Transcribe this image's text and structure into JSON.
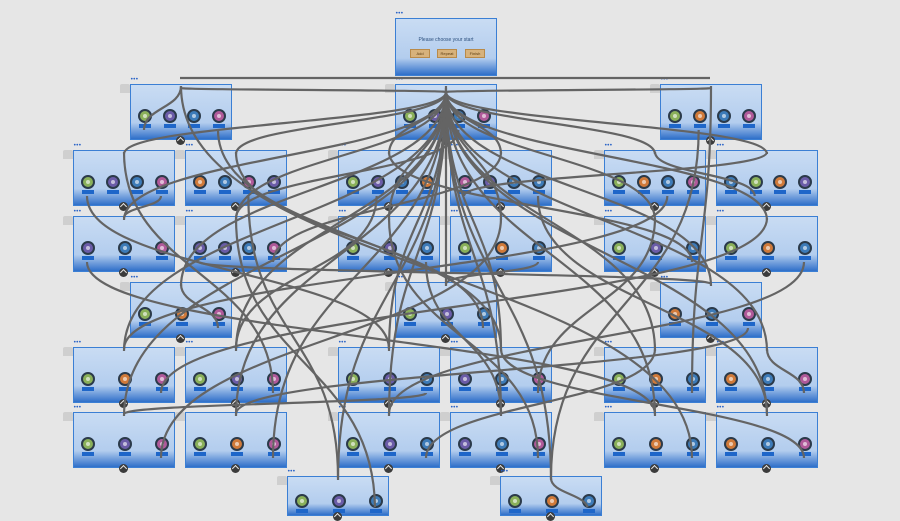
{
  "app": {
    "title": ""
  },
  "colors": {
    "background": "#e6e6e6",
    "screen_border": "#3b7fd4",
    "screen_fill": "#b3cdee",
    "wire": "#646464",
    "button": "#d7b27c"
  },
  "root_screen": {
    "title": "Please choose your start",
    "buttons": [
      "Add",
      "Repeat",
      "Finish"
    ]
  },
  "screens": [
    {
      "id": "row1-left",
      "icons": [
        "landscape-icon",
        "gem-icon",
        "planet-icon",
        "flower-icon"
      ]
    },
    {
      "id": "row1-center",
      "icons": [
        "landscape-icon",
        "gem-icon",
        "planet-icon",
        "flower-icon"
      ]
    },
    {
      "id": "row1-right",
      "icons": [
        "landscape-icon",
        "shell-icon",
        "planet-icon",
        "flower-icon"
      ]
    },
    {
      "id": "row2-a",
      "icons": [
        "landscape-icon",
        "gem-icon",
        "planet-icon",
        "flower-icon"
      ]
    },
    {
      "id": "row2-b",
      "icons": [
        "shell-icon",
        "planet-icon",
        "flower-icon",
        "gem-icon"
      ]
    },
    {
      "id": "row2-c",
      "icons": [
        "landscape-icon",
        "gem-icon",
        "planet-icon",
        "shell-icon"
      ]
    },
    {
      "id": "row2-d",
      "icons": [
        "flower-icon",
        "gem-icon",
        "planet-icon",
        "planet-icon"
      ]
    },
    {
      "id": "row2-e",
      "icons": [
        "landscape-icon",
        "shell-icon",
        "planet-icon",
        "flower-icon"
      ]
    },
    {
      "id": "row2-f",
      "icons": [
        "planet-icon",
        "landscape-icon",
        "shell-icon",
        "gem-icon"
      ]
    },
    {
      "id": "row3-a",
      "icons": [
        "gem-icon",
        "planet-icon",
        "flower-icon"
      ]
    },
    {
      "id": "row3-b",
      "icons": [
        "gem-icon",
        "gem-icon",
        "planet-icon",
        "flower-icon"
      ]
    },
    {
      "id": "row3-c",
      "icons": [
        "landscape-icon",
        "gem-icon",
        "planet-icon"
      ]
    },
    {
      "id": "row3-d",
      "icons": [
        "landscape-icon",
        "shell-icon",
        "planet-icon"
      ]
    },
    {
      "id": "row3-e",
      "icons": [
        "landscape-icon",
        "gem-icon",
        "planet-icon"
      ]
    },
    {
      "id": "row3-f",
      "icons": [
        "landscape-icon",
        "shell-icon",
        "planet-icon"
      ]
    },
    {
      "id": "row4-left",
      "icons": [
        "landscape-icon",
        "shell-icon",
        "flower-icon"
      ]
    },
    {
      "id": "row4-center",
      "icons": [
        "landscape-icon",
        "gem-icon",
        "planet-icon"
      ]
    },
    {
      "id": "row4-right",
      "icons": [
        "shell-icon",
        "planet-icon",
        "flower-icon"
      ]
    },
    {
      "id": "row5-a",
      "icons": [
        "landscape-icon",
        "shell-icon",
        "flower-icon"
      ]
    },
    {
      "id": "row5-b",
      "icons": [
        "landscape-icon",
        "gem-icon",
        "flower-icon"
      ]
    },
    {
      "id": "row5-c",
      "icons": [
        "landscape-icon",
        "gem-icon",
        "planet-icon"
      ]
    },
    {
      "id": "row5-d",
      "icons": [
        "gem-icon",
        "planet-icon",
        "flower-icon"
      ]
    },
    {
      "id": "row5-e",
      "icons": [
        "landscape-icon",
        "shell-icon",
        "planet-icon"
      ]
    },
    {
      "id": "row5-f",
      "icons": [
        "shell-icon",
        "planet-icon",
        "flower-icon"
      ]
    },
    {
      "id": "row6-a",
      "icons": [
        "landscape-icon",
        "gem-icon",
        "flower-icon"
      ]
    },
    {
      "id": "row6-b",
      "icons": [
        "landscape-icon",
        "shell-icon",
        "flower-icon"
      ]
    },
    {
      "id": "row6-c",
      "icons": [
        "landscape-icon",
        "gem-icon",
        "planet-icon"
      ]
    },
    {
      "id": "row6-d",
      "icons": [
        "gem-icon",
        "planet-icon",
        "flower-icon"
      ]
    },
    {
      "id": "row6-e",
      "icons": [
        "landscape-icon",
        "shell-icon",
        "planet-icon"
      ]
    },
    {
      "id": "row6-f",
      "icons": [
        "shell-icon",
        "planet-icon",
        "flower-icon"
      ]
    },
    {
      "id": "row7-left",
      "icons": [
        "landscape-icon",
        "gem-icon",
        "planet-icon"
      ]
    },
    {
      "id": "row7-right",
      "icons": [
        "landscape-icon",
        "shell-icon",
        "planet-icon"
      ]
    }
  ]
}
